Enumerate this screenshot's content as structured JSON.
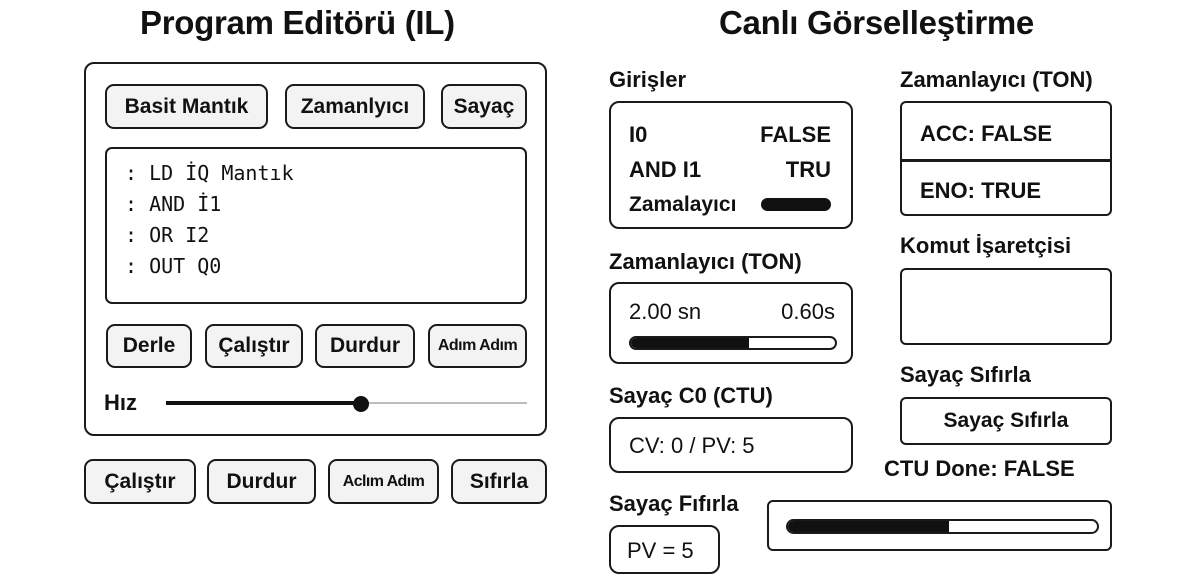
{
  "left": {
    "title": "Program Editörü (IL)",
    "templates": [
      "Basit Mantık",
      "Zamanlyıcı",
      "Sayaç"
    ],
    "code_lines": [
      ": LD İQ Mantık",
      ": AND İ1",
      ": OR I2",
      ": OUT Q0"
    ],
    "controls": [
      "Derle",
      "Çalıştır",
      "Durdur",
      "Adım Adım"
    ],
    "speed_label": "Hız",
    "speed_value": 0.54,
    "bottom_buttons": [
      "Çalıştır",
      "Durdur",
      "Aclım Adım",
      "Sıfırla"
    ]
  },
  "right": {
    "title": "Canlı Görselleştirme",
    "inputs": {
      "label": "Girişler",
      "rows": [
        {
          "name": "I0",
          "value": "FALSE"
        },
        {
          "name": "AND I1",
          "value": "TRU"
        }
      ],
      "timer_row_label": "Zamalayıcı"
    },
    "timer_status": {
      "label": "Zamanlayıcı (TON)",
      "acc": "ACC: FALSE",
      "eno": "ENO: TRUE"
    },
    "timer": {
      "label": "Zamanlayıcı (TON)",
      "preset": "2.00 sn",
      "elapsed": "0.60s",
      "progress": 0.58
    },
    "command_pointer": {
      "label": "Komut İşaretçisi",
      "value": ""
    },
    "counter": {
      "label": "Sayaç C0 (CTU)",
      "value": "CV: 0 / PV: 5"
    },
    "counter_reset": {
      "label": "Sayaç Sıfırla",
      "button": "Sayaç Sıfırla"
    },
    "ctu_done": "CTU Done: FALSE",
    "preset_section": {
      "label": "Sayaç Fıfırla",
      "value": "PV = 5"
    },
    "ctu_progress": 0.52
  }
}
